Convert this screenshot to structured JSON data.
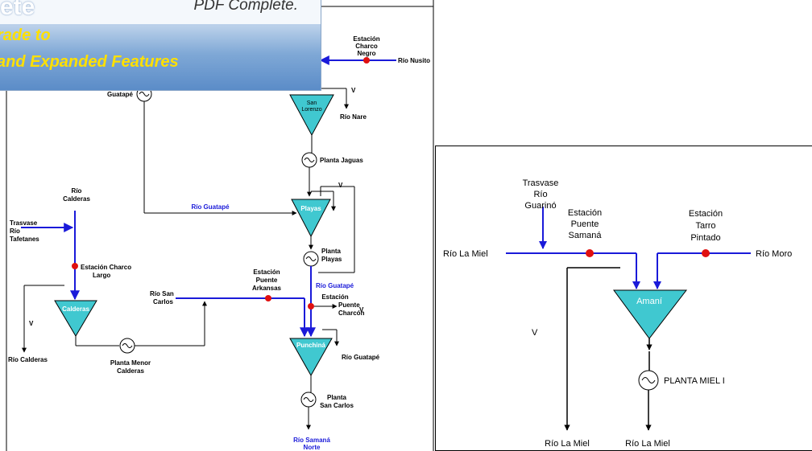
{
  "banner": {
    "line1": "ete",
    "line2": "PDF Complete.",
    "line3": "rade to",
    "line4": "and Expanded Features"
  },
  "left": {
    "est_charco_negro": [
      "Estación",
      "Charco",
      "Negro"
    ],
    "rio_nusito": "Río Nusito",
    "v1": "V",
    "guatape": "Guatapé",
    "san_lorenzo": [
      "San",
      "Lorenzo"
    ],
    "rio_nare": "Río Nare",
    "planta_jaguas": "Planta Jaguas",
    "rio_guatape_1": "Río Guatapé",
    "v2": "V",
    "rio_calderas_top": [
      "Río",
      "Calderas"
    ],
    "trasvase": [
      "Trasvase",
      "Río",
      "Tafetanes"
    ],
    "playas": "Playas",
    "planta_playas": [
      "Planta",
      "Playas"
    ],
    "est_charco_largo": [
      "Estación Charco",
      "Largo"
    ],
    "rio_san_carlos": [
      "Río San",
      "Carlos"
    ],
    "est_arkansas": [
      "Estación",
      "Puente",
      "Arkansas"
    ],
    "rio_guatape_2": "Río Guatapé",
    "est_charcon": [
      "Estación",
      "Puente",
      "Charcón"
    ],
    "calderas": "Calderas",
    "v3": "V",
    "v4": "V",
    "punchina": "Punchiná",
    "rio_calderas_bottom": "Río Calderas",
    "planta_menor": [
      "Planta Menor",
      "Calderas"
    ],
    "rio_guatape_3": "Río Guatapé",
    "planta_san_carlos": [
      "Planta",
      "San Carlos"
    ],
    "rio_samana": [
      "Río Samaná",
      "Norte"
    ]
  },
  "right": {
    "trasvase": [
      "Trasvase",
      "Río",
      "Guarinó"
    ],
    "est_puente": [
      "Estación",
      "Puente",
      "Samaná"
    ],
    "est_tarro": [
      "Estación",
      "Tarro",
      "Pintado"
    ],
    "rio_la_miel_in": "Río La Miel",
    "rio_moro": "Río Moro",
    "amani": "Amaní",
    "v": "V",
    "planta": "PLANTA MIEL I",
    "rio_la_miel_out1": "Río La Miel",
    "rio_la_miel_out2": "Río La Miel"
  }
}
